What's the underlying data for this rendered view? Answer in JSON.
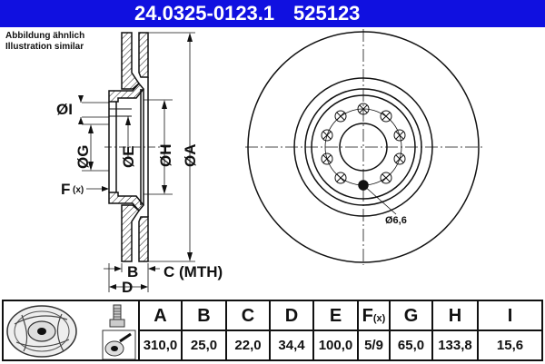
{
  "header": {
    "part_number": "24.0325-0123.1",
    "ref_number": "525123",
    "background_color": "#1010e0"
  },
  "caption": {
    "line1": "Abbildung ähnlich",
    "line2": "Illustration similar"
  },
  "section_labels": {
    "I": "ØI",
    "G": "ØG",
    "E": "ØE",
    "H": "ØH",
    "A": "ØA",
    "F": "F",
    "F_sub": "(x)",
    "B": "B",
    "C": "C (MTH)",
    "D": "D"
  },
  "front_view": {
    "hole_label": "Ø6,6",
    "bolt_holes": 10
  },
  "table": {
    "headers": [
      {
        "key": "A",
        "label": "A"
      },
      {
        "key": "B",
        "label": "B"
      },
      {
        "key": "C",
        "label": "C"
      },
      {
        "key": "D",
        "label": "D"
      },
      {
        "key": "E",
        "label": "E"
      },
      {
        "key": "F",
        "label": "F",
        "sub": "(x)"
      },
      {
        "key": "G",
        "label": "G"
      },
      {
        "key": "H",
        "label": "H"
      },
      {
        "key": "I",
        "label": "I"
      }
    ],
    "values": [
      "310,0",
      "25,0",
      "22,0",
      "34,4",
      "100,0",
      "5/9",
      "65,0",
      "133,8",
      "15,6"
    ]
  }
}
